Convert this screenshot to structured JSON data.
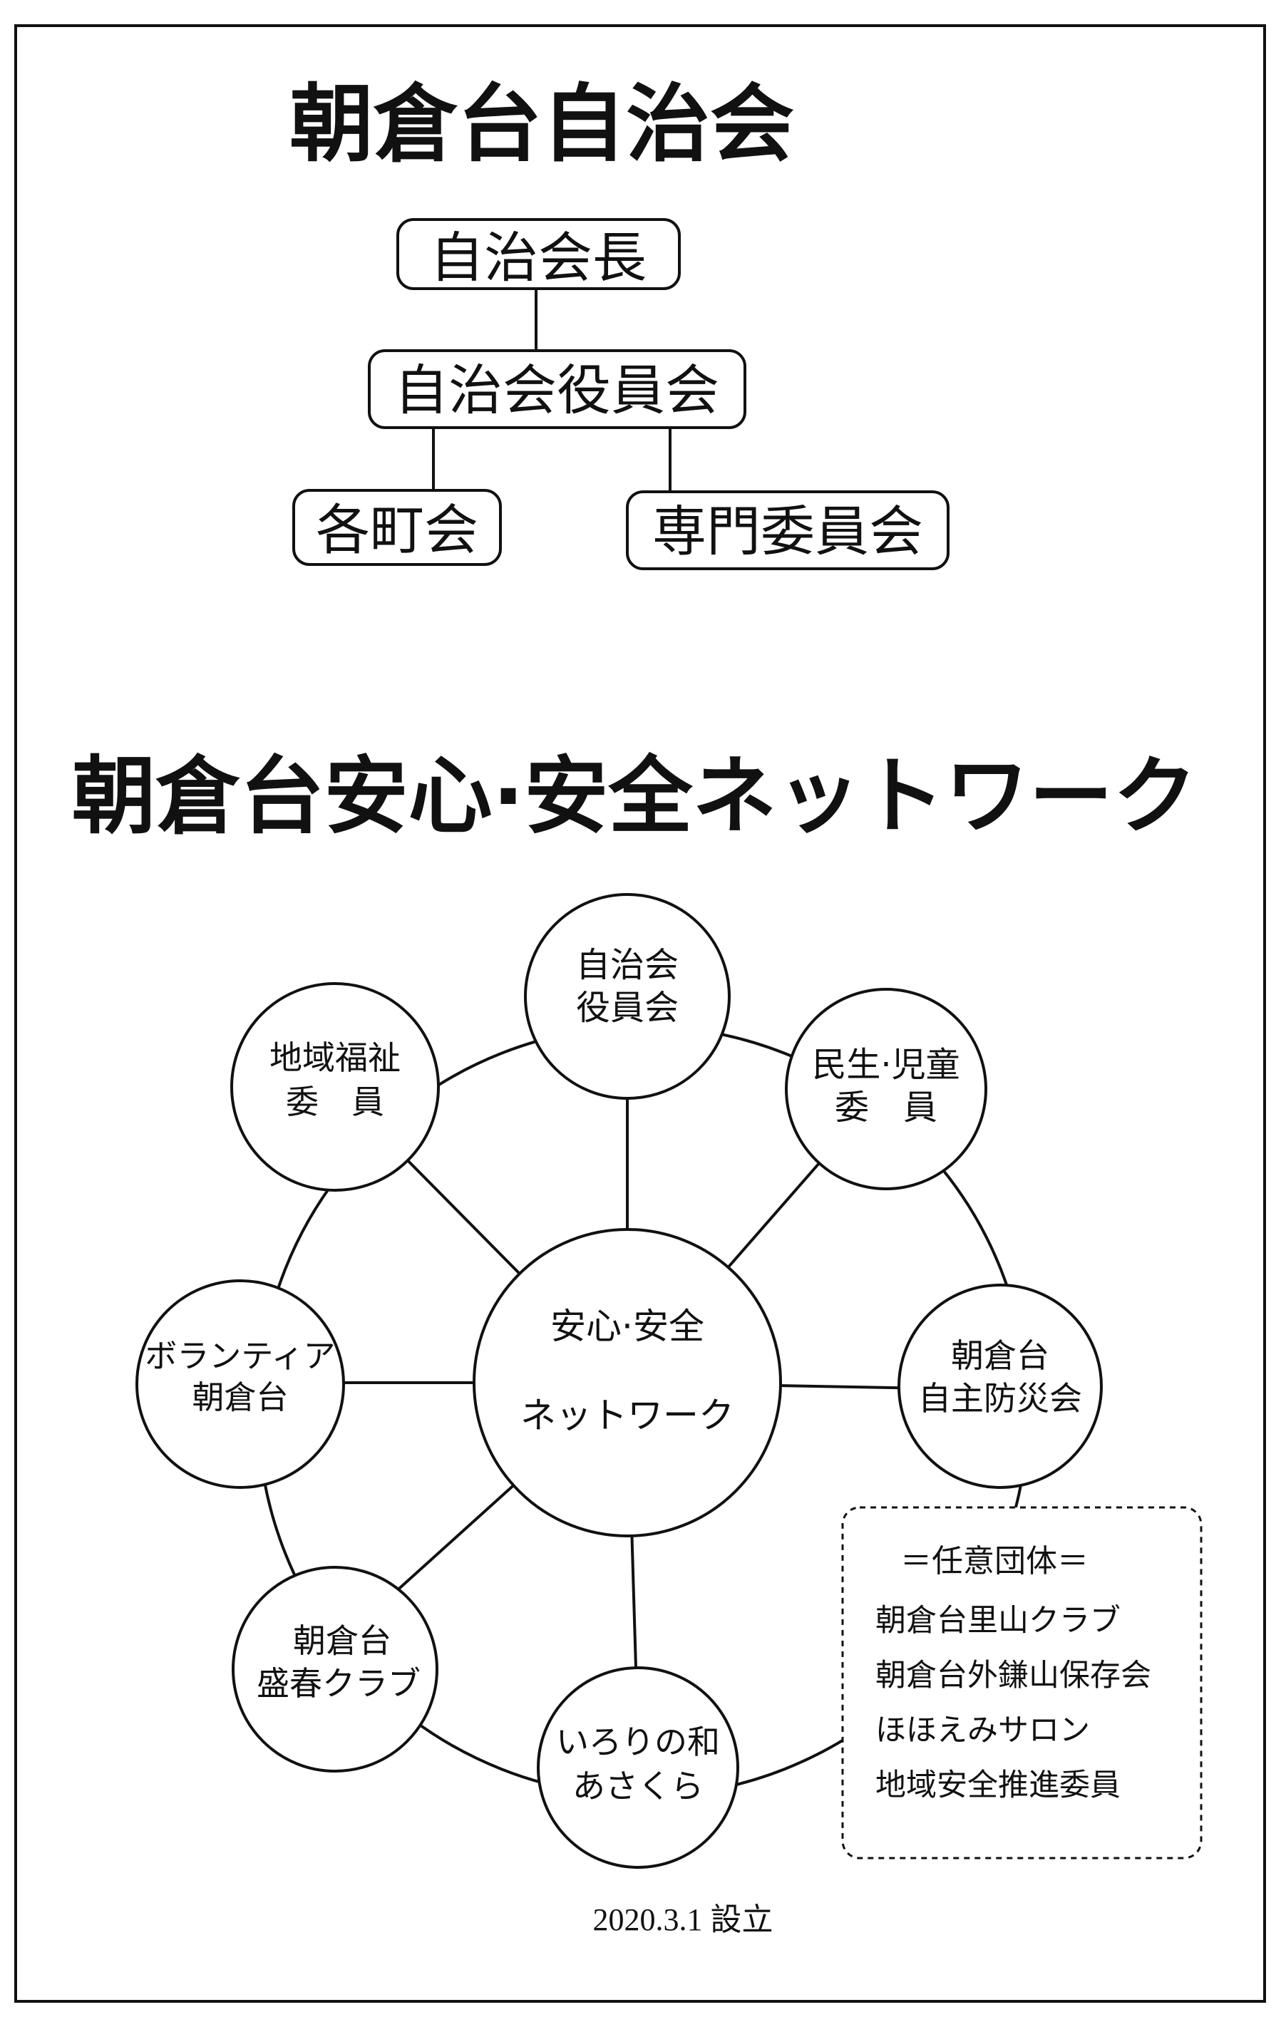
{
  "colors": {
    "line": "#111111",
    "paper": "#ffffff"
  },
  "org": {
    "title": "朝倉台自治会",
    "president": "自治会長",
    "board": "自治会役員会",
    "towns": "各町会",
    "committees": "専門委員会"
  },
  "network": {
    "title": "朝倉台安心·安全ネットワーク",
    "center": {
      "line1": "安心·安全",
      "line2": "ネットワーク"
    },
    "nodes": [
      {
        "id": "board",
        "line1": "自治会",
        "line2": "役員会"
      },
      {
        "id": "minsei",
        "line1": "民生·児童",
        "line2": "委　員"
      },
      {
        "id": "bousai",
        "line1": "朝倉台",
        "line2": "自主防災会"
      },
      {
        "id": "irori",
        "line1": "いろりの和",
        "line2": "あさくら"
      },
      {
        "id": "seishun",
        "line1": "朝倉台",
        "line2": "盛春クラブ"
      },
      {
        "id": "volunteer",
        "line1": "ボランティア",
        "line2": "朝倉台"
      },
      {
        "id": "fukushi",
        "line1": "地域福祉",
        "line2": "委　員"
      }
    ],
    "voluntary": {
      "heading": "＝任意団体＝",
      "items": [
        "朝倉台里山クラブ",
        "朝倉台外鎌山保存会",
        "ほほえみサロン",
        "地域安全推進委員"
      ]
    }
  },
  "established": "2020.3.1 設立"
}
